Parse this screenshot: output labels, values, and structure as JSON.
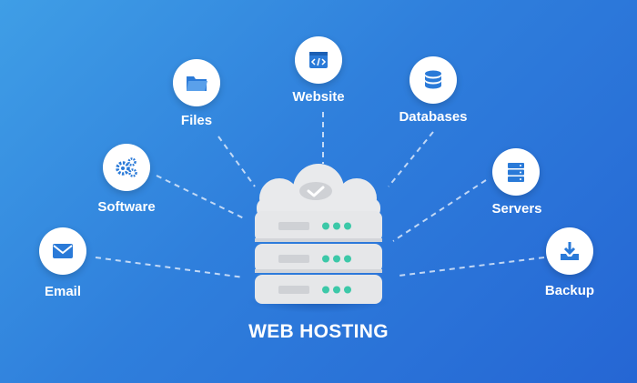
{
  "title": "WEB HOSTING",
  "nodes": [
    {
      "label": "Email",
      "icon": "email-icon"
    },
    {
      "label": "Software",
      "icon": "gears-icon"
    },
    {
      "label": "Files",
      "icon": "folder-icon"
    },
    {
      "label": "Website",
      "icon": "code-window-icon"
    },
    {
      "label": "Databases",
      "icon": "database-icon"
    },
    {
      "label": "Servers",
      "icon": "server-rack-icon"
    },
    {
      "label": "Backup",
      "icon": "download-tray-icon"
    }
  ],
  "colors": {
    "background_start": "#3f9ee6",
    "background_end": "#2566d4",
    "icon_blue": "#2a7ad8",
    "server_body": "#e9eaec",
    "server_slot": "#cfd1d5",
    "status_led": "#3cc8a8",
    "label_text": "#ffffff"
  }
}
